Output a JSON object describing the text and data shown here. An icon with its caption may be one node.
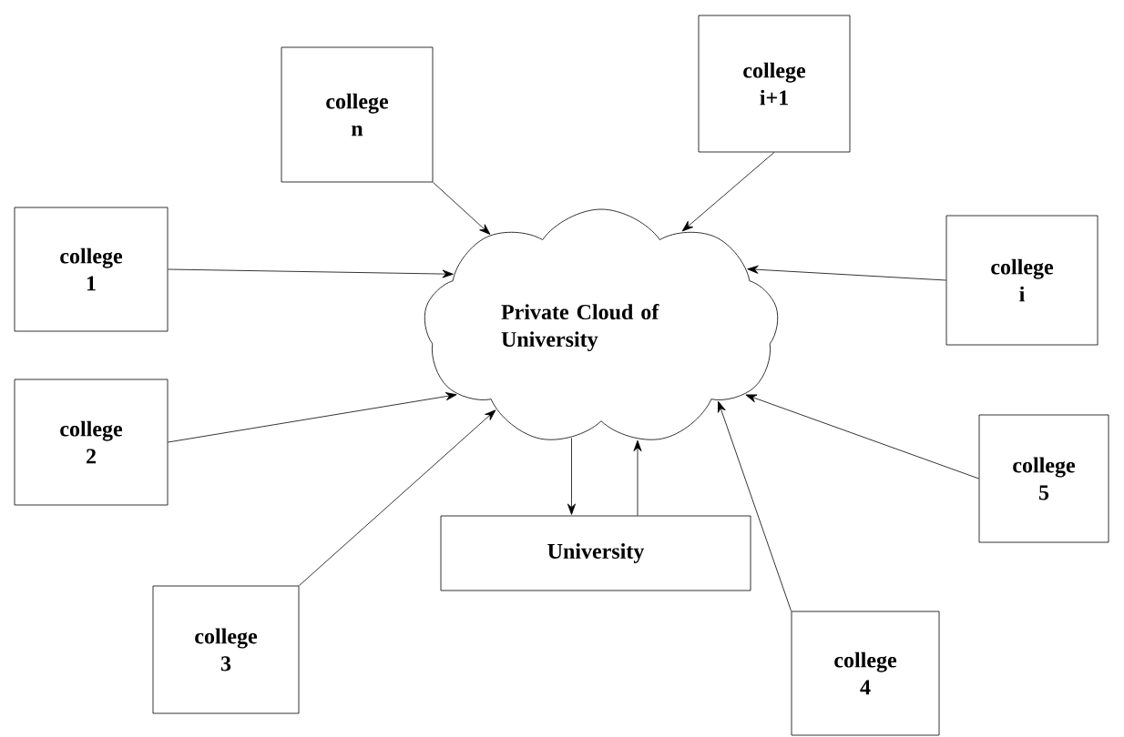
{
  "diagram": {
    "nodes": [
      {
        "text": [
          "Private Cloud of University"
        ]
      },
      {
        "text": [
          "University"
        ]
      },
      {
        "text": [
          "college 1"
        ]
      },
      {
        "text": [
          "college 2"
        ]
      },
      {
        "text": [
          "college 3"
        ]
      },
      {
        "text": [
          "college n"
        ]
      },
      {
        "text": [
          "college i+1"
        ]
      },
      {
        "text": [
          "college i"
        ]
      },
      {
        "text": [
          "college 5"
        ]
      },
      {
        "text": [
          "college 4"
        ]
      }
    ],
    "edges": [
      {
        "from": 0,
        "to": 1,
        "arrow": "to"
      },
      {
        "from": 1,
        "to": 0,
        "arrow": "to"
      },
      {
        "from": 2,
        "to": 0,
        "arrow": "to"
      },
      {
        "from": 3,
        "to": 0,
        "arrow": "to"
      },
      {
        "from": 4,
        "to": 0,
        "arrow": "to"
      },
      {
        "from": 5,
        "to": 0,
        "arrow": "to"
      },
      {
        "from": 6,
        "to": 0,
        "arrow": "to"
      },
      {
        "from": 7,
        "to": 0,
        "arrow": "to"
      },
      {
        "from": 8,
        "to": 0,
        "arrow": "to"
      },
      {
        "from": 9,
        "to": 0,
        "arrow": "to"
      }
    ]
  }
}
